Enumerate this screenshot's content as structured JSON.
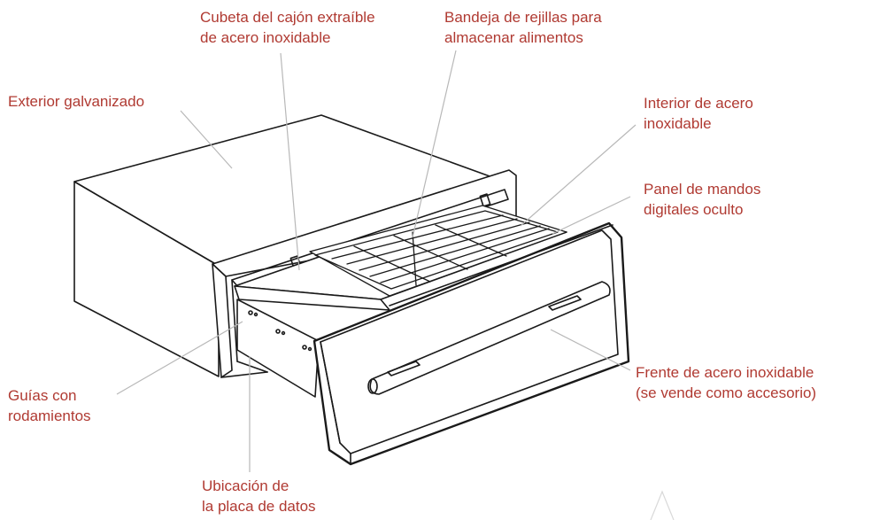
{
  "diagram": {
    "callouts": [
      {
        "id": "exterior",
        "lines": [
          "Exterior galvanizado"
        ]
      },
      {
        "id": "cubeta",
        "lines": [
          "Cubeta del cajón extraíble",
          "de acero inoxidable"
        ]
      },
      {
        "id": "bandeja",
        "lines": [
          "Bandeja de rejillas para",
          "almacenar alimentos"
        ]
      },
      {
        "id": "interior",
        "lines": [
          "Interior de acero",
          "inoxidable"
        ]
      },
      {
        "id": "panel",
        "lines": [
          "Panel de mandos",
          "digitales oculto"
        ]
      },
      {
        "id": "frente",
        "lines": [
          "Frente de acero inoxidable",
          "(se vende como accesorio)"
        ]
      },
      {
        "id": "guias",
        "lines": [
          "Guías con",
          "rodamientos"
        ]
      },
      {
        "id": "ubicacion",
        "lines": [
          "Ubicación de",
          "la placa de datos"
        ]
      }
    ],
    "colors": {
      "label_text": "#b03a32",
      "leader_line": "#b8b8b8",
      "drawing_stroke": "#1a1a1a"
    }
  }
}
